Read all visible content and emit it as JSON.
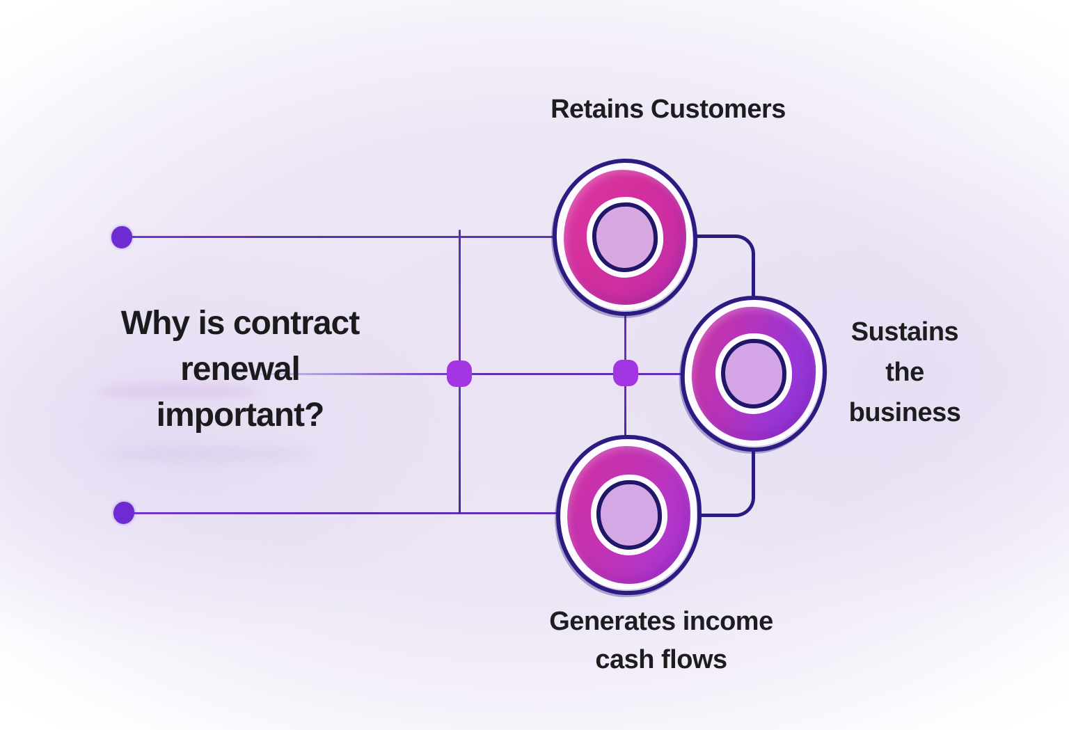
{
  "question": {
    "lines": [
      "Why is contract",
      "renewal",
      "important?"
    ]
  },
  "nodes": {
    "retains": {
      "label": "Retains Customers"
    },
    "sustains": {
      "lines": [
        "Sustains",
        "the",
        "business"
      ]
    },
    "generates": {
      "lines": [
        "Generates income",
        "cash flows"
      ]
    }
  },
  "style": {
    "background_wash": "#ece6f5",
    "outline_navy": "#2c1c82",
    "line_purple": "#6030b6",
    "endpoint_dot_purple": "#6f2bd2",
    "junction_dot_purple": "#a336e2",
    "ring_magenta": "#d42f9c",
    "ring_violet": "#8d33da",
    "inner_circle_fill": "#d6a7e4",
    "text_color": "#1d1c1e"
  }
}
